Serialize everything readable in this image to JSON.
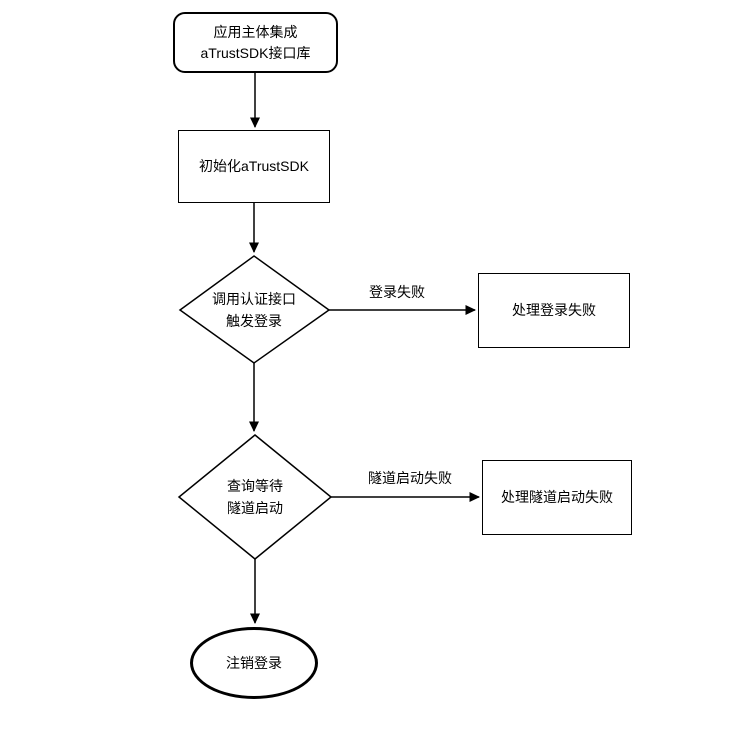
{
  "canvas": {
    "background": "#ffffff",
    "stroke_color": "#000000",
    "text_color": "#000000"
  },
  "nodes": {
    "start": {
      "type": "terminator",
      "line1": "应用主体集成",
      "line2": "aTrustSDK接口库"
    },
    "init": {
      "type": "process",
      "label": "初始化aTrustSDK"
    },
    "auth_decision": {
      "type": "decision",
      "line1": "调用认证接口",
      "line2": "触发登录"
    },
    "login_fail": {
      "type": "process",
      "label": "处理登录失败"
    },
    "tunnel_decision": {
      "type": "decision",
      "line1": "查询等待",
      "line2": "隧道启动"
    },
    "tunnel_fail": {
      "type": "process",
      "label": "处理隧道启动失败"
    },
    "logout": {
      "type": "end",
      "label": "注销登录"
    }
  },
  "edge_labels": {
    "login_fail": "登录失败",
    "tunnel_fail": "隧道启动失败"
  }
}
